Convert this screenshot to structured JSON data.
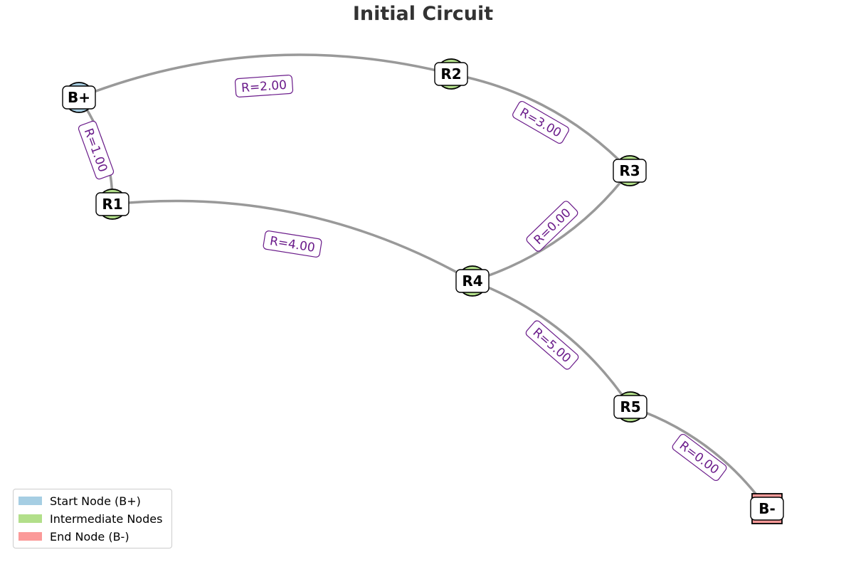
{
  "title": "Initial Circuit",
  "colors": {
    "start": "#a6cee3",
    "intermediate": "#b2df8a",
    "end": "#fb9a99",
    "edge": "#999999",
    "edge_label": "#6a1b8a"
  },
  "nodes": [
    {
      "id": "B+",
      "label": "B+",
      "kind": "start"
    },
    {
      "id": "R1",
      "label": "R1",
      "kind": "intermediate"
    },
    {
      "id": "R2",
      "label": "R2",
      "kind": "intermediate"
    },
    {
      "id": "R3",
      "label": "R3",
      "kind": "intermediate"
    },
    {
      "id": "R4",
      "label": "R4",
      "kind": "intermediate"
    },
    {
      "id": "R5",
      "label": "R5",
      "kind": "intermediate"
    },
    {
      "id": "B-",
      "label": "B-",
      "kind": "end"
    }
  ],
  "edges": [
    {
      "from": "B+",
      "to": "R2",
      "label": "R=2.00"
    },
    {
      "from": "B+",
      "to": "R1",
      "label": "R=1.00"
    },
    {
      "from": "R2",
      "to": "R3",
      "label": "R=3.00"
    },
    {
      "from": "R1",
      "to": "R4",
      "label": "R=4.00"
    },
    {
      "from": "R3",
      "to": "R4",
      "label": "R=0.00"
    },
    {
      "from": "R4",
      "to": "R5",
      "label": "R=5.00"
    },
    {
      "from": "R5",
      "to": "B-",
      "label": "R=0.00"
    }
  ],
  "legend": {
    "items": [
      {
        "label": "Start Node (B+)",
        "kind": "start"
      },
      {
        "label": "Intermediate Nodes",
        "kind": "intermediate"
      },
      {
        "label": "End Node (B-)",
        "kind": "end"
      }
    ]
  }
}
